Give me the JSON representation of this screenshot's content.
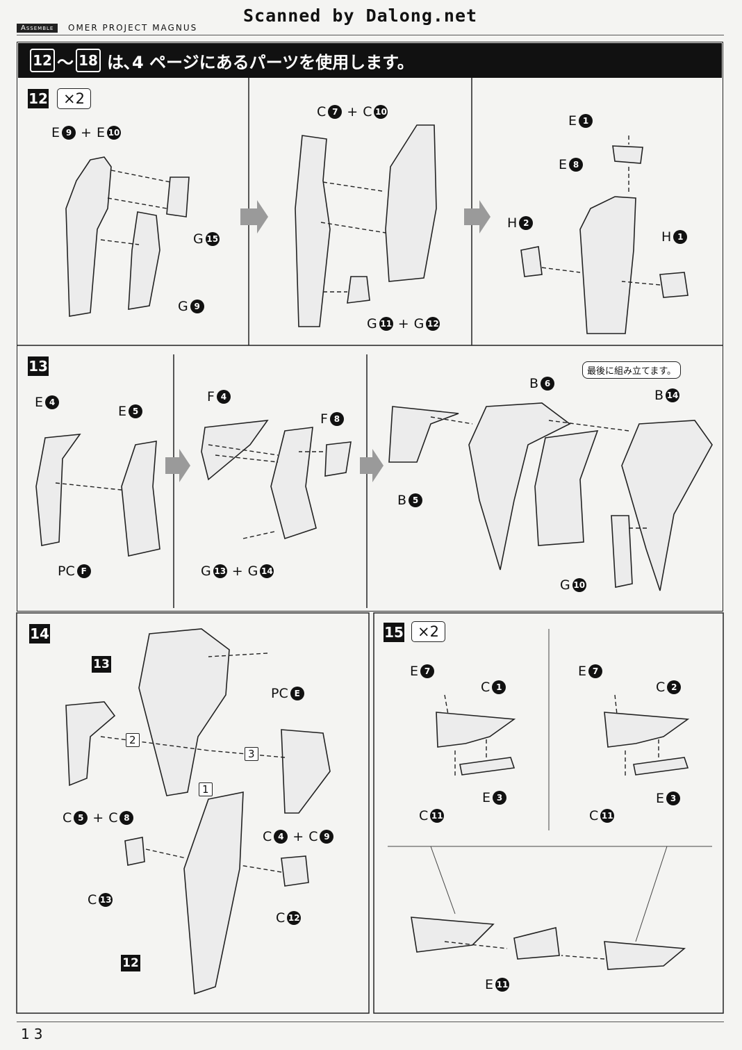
{
  "header": {
    "scanned": "Scanned by Dalong.net",
    "assemble": "Assemble",
    "project": "OMER PROJECT MAGNUS"
  },
  "banner": {
    "from": "12",
    "tilde": "〜",
    "to": "18",
    "text": "は､4 ページにあるパーツを使用します。"
  },
  "steps": {
    "s12": "12",
    "s13": "13",
    "s14": "14",
    "s15": "15",
    "x2": "×2"
  },
  "note": "最後に組み立てます。",
  "labels": {
    "s12a_top": [
      "E",
      "9",
      "E",
      "10"
    ],
    "s12a_g15": [
      "G",
      "15"
    ],
    "s12a_g9": [
      "G",
      "9"
    ],
    "s12b_top": [
      "C",
      "7",
      "C",
      "10"
    ],
    "s12b_g": [
      "G",
      "11",
      "G",
      "12"
    ],
    "s12c_e1": [
      "E",
      "1"
    ],
    "s12c_e8": [
      "E",
      "8"
    ],
    "s12c_h2": [
      "H",
      "2"
    ],
    "s12c_h1": [
      "H",
      "1"
    ],
    "s13a_e4": [
      "E",
      "4"
    ],
    "s13a_e5": [
      "E",
      "5"
    ],
    "s13a_pc": [
      "PC",
      "F"
    ],
    "s13b_f4": [
      "F",
      "4"
    ],
    "s13b_f8": [
      "F",
      "8"
    ],
    "s13b_g": [
      "G",
      "13",
      "G",
      "14"
    ],
    "s13c_b6": [
      "B",
      "6"
    ],
    "s13c_b14": [
      "B",
      "14"
    ],
    "s13c_b5": [
      "B",
      "5"
    ],
    "s13c_g10": [
      "G",
      "10"
    ],
    "s14_13": "13",
    "s14_12": "12",
    "s14_pce": [
      "PC",
      "E"
    ],
    "s14_c58": [
      "C",
      "5",
      "C",
      "8"
    ],
    "s14_c49": [
      "C",
      "4",
      "C",
      "9"
    ],
    "s14_c13": [
      "C",
      "13"
    ],
    "s14_c12": [
      "C",
      "12"
    ],
    "s14_n1": "1",
    "s14_n2": "2",
    "s14_n3": "3",
    "s15a_e7": [
      "E",
      "7"
    ],
    "s15a_c1": [
      "C",
      "1"
    ],
    "s15a_e3": [
      "E",
      "3"
    ],
    "s15a_c11": [
      "C",
      "11"
    ],
    "s15b_e7": [
      "E",
      "7"
    ],
    "s15b_c2": [
      "C",
      "2"
    ],
    "s15b_e3": [
      "E",
      "3"
    ],
    "s15b_c11": [
      "C",
      "11"
    ],
    "s15c_e11": [
      "E",
      "11"
    ]
  },
  "plus": "+",
  "page_number": "13"
}
